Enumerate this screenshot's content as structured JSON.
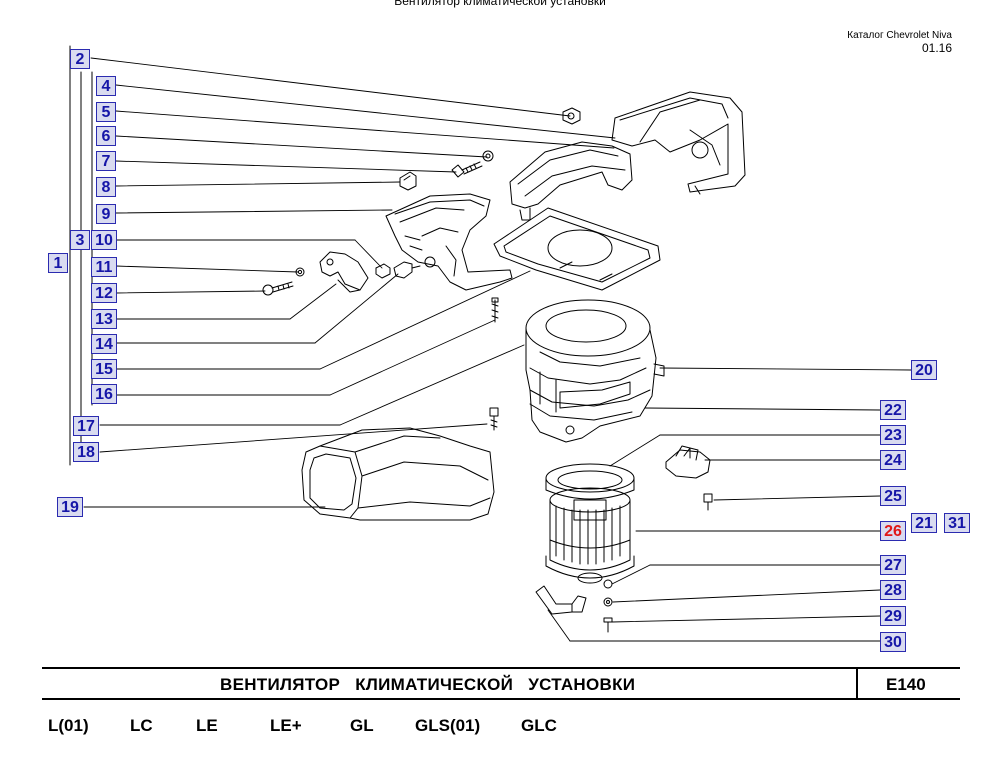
{
  "header": {
    "title": "Вентилятор климатической установки",
    "catalog_line1": "Каталог Chevrolet Niva",
    "catalog_line2": "01.16"
  },
  "callouts": [
    {
      "num": "1"
    },
    {
      "num": "2"
    },
    {
      "num": "3"
    },
    {
      "num": "4"
    },
    {
      "num": "5"
    },
    {
      "num": "6"
    },
    {
      "num": "7"
    },
    {
      "num": "8"
    },
    {
      "num": "9"
    },
    {
      "num": "10"
    },
    {
      "num": "11"
    },
    {
      "num": "12"
    },
    {
      "num": "13"
    },
    {
      "num": "14"
    },
    {
      "num": "15"
    },
    {
      "num": "16"
    },
    {
      "num": "17"
    },
    {
      "num": "18"
    },
    {
      "num": "19"
    },
    {
      "num": "20"
    },
    {
      "num": "21"
    },
    {
      "num": "22"
    },
    {
      "num": "23"
    },
    {
      "num": "24"
    },
    {
      "num": "25"
    },
    {
      "num": "26",
      "highlighted": true
    },
    {
      "num": "27"
    },
    {
      "num": "28"
    },
    {
      "num": "29"
    },
    {
      "num": "30"
    },
    {
      "num": "31"
    }
  ],
  "footer": {
    "title": "ВЕНТИЛЯТОР КЛИМАТИЧЕСКОЙ УСТАНОВКИ",
    "code": "E140"
  },
  "variants": [
    "L(01)",
    "LC",
    "LE",
    "LE+",
    "GL",
    "GLS(01)",
    "GLC"
  ],
  "colors": {
    "callout_fill": "#d9dbf0",
    "callout_border": "#2b2bb0",
    "callout_text": "#1616a8",
    "highlight_text": "#e01818"
  }
}
